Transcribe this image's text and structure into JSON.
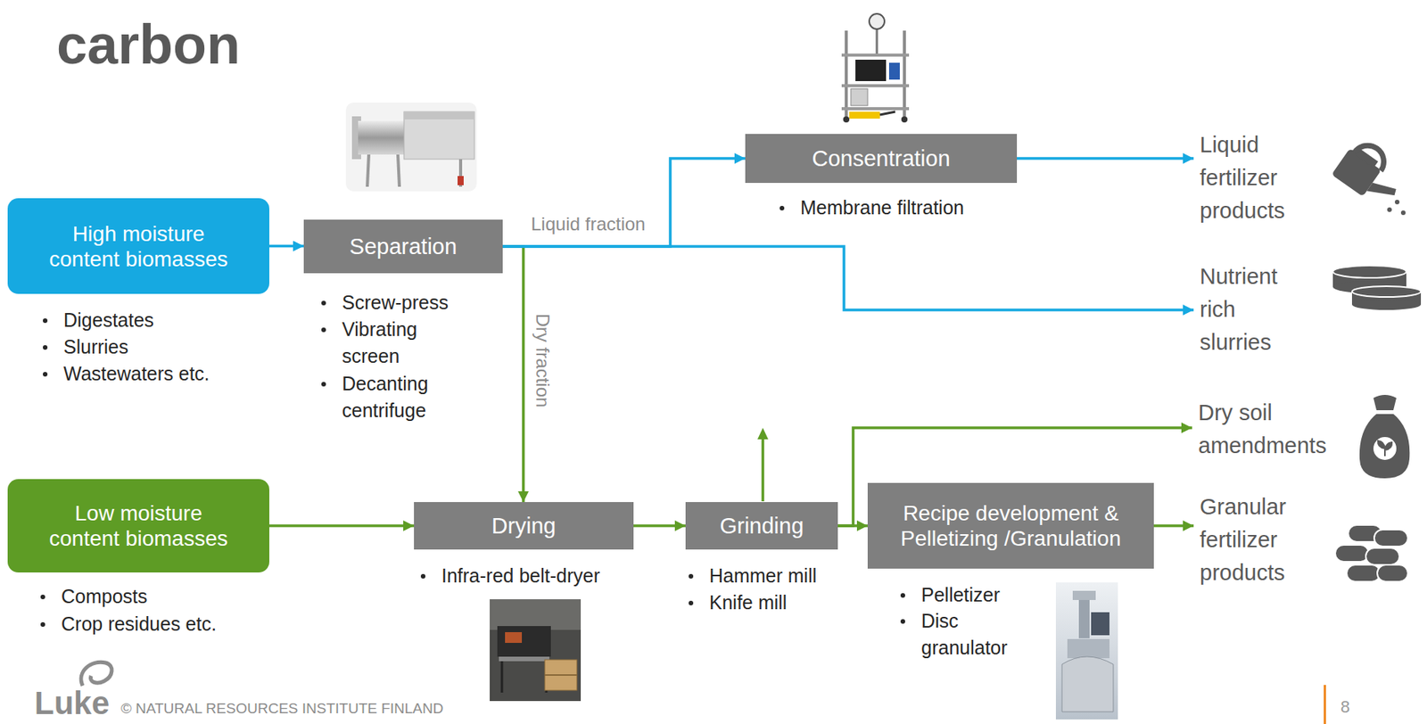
{
  "diagram": {
    "title": "carbon",
    "nodes": [
      {
        "text": [
          "High moisture content biomasses"
        ]
      },
      {
        "text": [
          "Separation"
        ]
      },
      {
        "text": [
          "Consentration"
        ]
      },
      {
        "text": [
          "Liquid fertilizer products"
        ]
      },
      {
        "text": [
          "Nutrient rich slurries"
        ]
      },
      {
        "text": [
          "Low moisture content biomasses"
        ]
      },
      {
        "text": [
          "Drying"
        ]
      },
      {
        "text": [
          "Grinding"
        ]
      },
      {
        "text": [
          "Recipe development & Pelletizing /Granulation"
        ]
      },
      {
        "text": [
          "Dry soil amendments"
        ]
      },
      {
        "text": [
          "Granular fertilizer products"
        ]
      }
    ],
    "edges": [
      {
        "from": 0,
        "to": 1,
        "arrow": "to"
      },
      {
        "from": 1,
        "to": 2,
        "label": "Liquid fraction",
        "arrow": "to"
      },
      {
        "from": 1,
        "to": 4,
        "arrow": "to"
      },
      {
        "from": 2,
        "to": 3,
        "arrow": "to"
      },
      {
        "from": 1,
        "to": 6,
        "label": "Dry fraction",
        "arrow": "to"
      },
      {
        "from": 5,
        "to": 6,
        "arrow": "to"
      },
      {
        "from": 6,
        "to": 7,
        "arrow": "to"
      },
      {
        "from": 7,
        "to": 8,
        "arrow": "to"
      },
      {
        "from": 7,
        "to": 9,
        "arrow": "to"
      },
      {
        "from": 8,
        "to": 10,
        "arrow": "to"
      }
    ],
    "labels": [
      "Digestates",
      "Slurries",
      "Wastewaters etc.",
      "Screw-press",
      "Vibrating screen",
      "Decanting centrifuge",
      "Membrane filtration",
      "Composts",
      "Crop residues etc.",
      "Infra-red belt-dryer",
      "Hammer mill",
      "Knife mill",
      "Pelletizer",
      "Disc granulator",
      "Luke",
      "© NATURAL RESOURCES INSTITUTE FINLAND",
      "8"
    ]
  }
}
